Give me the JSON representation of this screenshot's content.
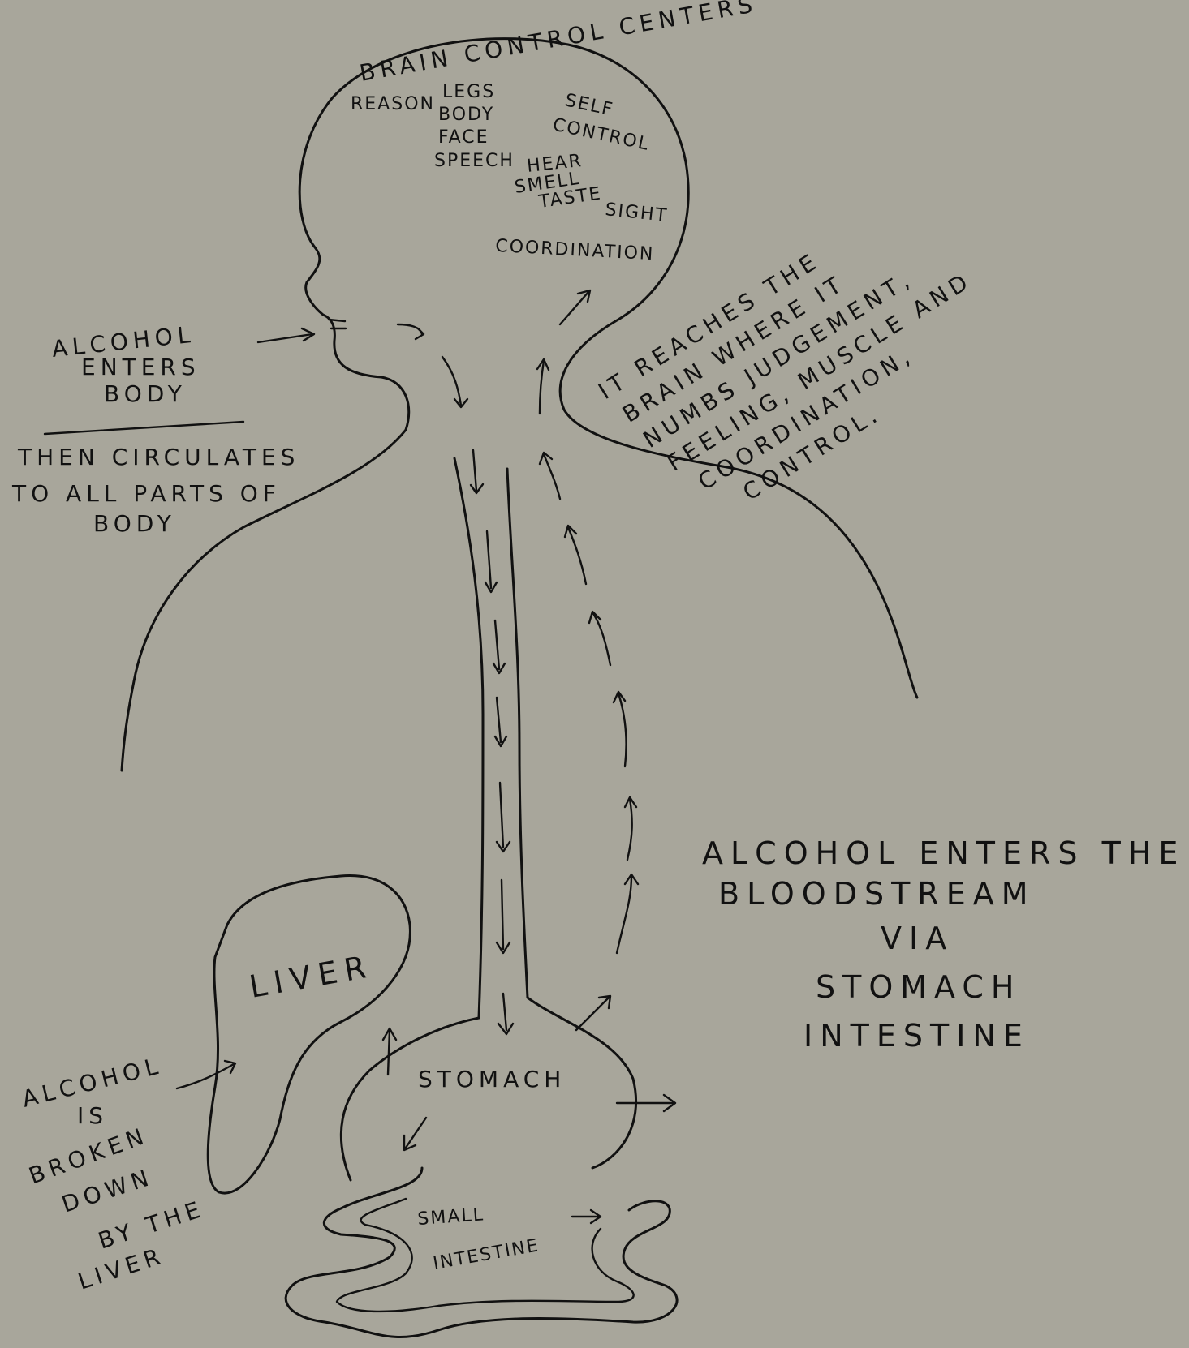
{
  "brain": {
    "title": "BRAIN CONTROL CENTERS",
    "centers": [
      "REASON",
      "LEGS",
      "BODY",
      "FACE",
      "SPEECH",
      "SELF",
      "CONTROL",
      "HEAR",
      "SMELL",
      "TASTE",
      "SIGHT",
      "COORDINATION"
    ]
  },
  "left_notes": {
    "enters": [
      "ALCOHOL",
      "ENTERS",
      "BODY"
    ],
    "circulates": [
      "THEN CIRCULATES",
      "TO ALL PARTS OF",
      "BODY"
    ]
  },
  "right_notes": {
    "brain_effect": [
      "IT REACHES THE",
      "BRAIN WHERE IT",
      "NUMBS JUDGEMENT,",
      "FEELING, MUSCLE AND",
      "COORDINATION,",
      "CONTROL."
    ],
    "bloodstream": [
      "ALCOHOL ENTERS THE",
      "BLOODSTREAM",
      "VIA",
      "STOMACH",
      "INTESTINE"
    ]
  },
  "organs": {
    "liver": "LIVER",
    "stomach": "STOMACH",
    "small_intestine": [
      "SMALL",
      "INTESTINE"
    ]
  },
  "liver_note": [
    "ALCOHOL",
    "IS",
    "BROKEN",
    "DOWN",
    "BY THE",
    "LIVER"
  ],
  "colors": {
    "background": "#a8a69b",
    "ink": "#111111"
  }
}
